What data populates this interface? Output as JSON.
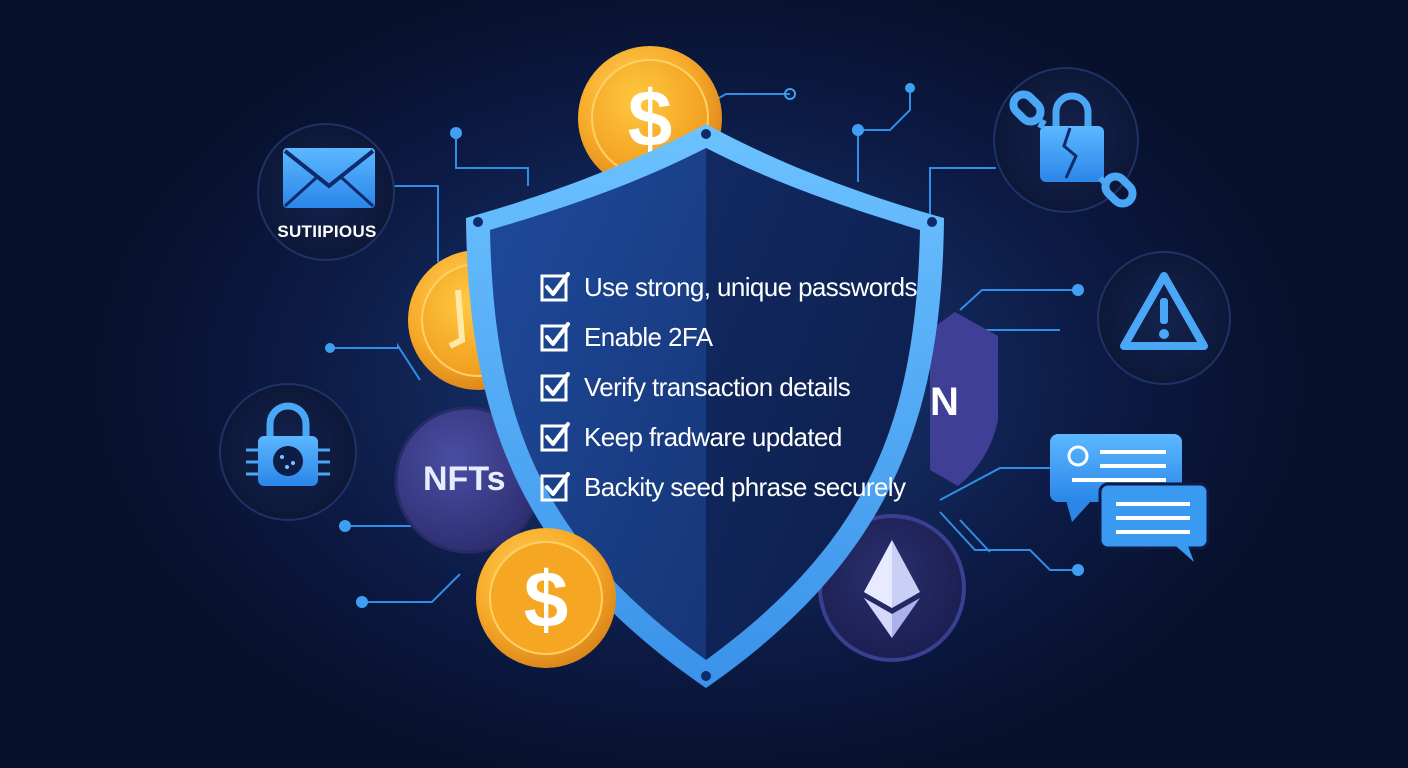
{
  "email_card": {
    "icon": "envelope-icon",
    "caption": "SUTIIPIOUS"
  },
  "nft_coin": {
    "label": "NFTs"
  },
  "coins": {
    "symbol": "$"
  },
  "right_badge": {
    "label": "N"
  },
  "checklist": {
    "items": [
      {
        "label": "Use strong, unique passwords",
        "checked": true
      },
      {
        "label": "Enable 2FA",
        "checked": true
      },
      {
        "label": "Verify transaction details",
        "checked": true
      },
      {
        "label": "Keep fradware updated",
        "checked": true
      },
      {
        "label": "Backity seed phrase securely",
        "checked": true
      }
    ]
  },
  "icons": [
    "envelope-icon",
    "chain-lock-icon",
    "warning-icon",
    "padlock-circuit-icon",
    "chat-bubbles-icon",
    "ethereum-icon",
    "dollar-coin-icon",
    "nft-coin",
    "shield-icon"
  ],
  "colors": {
    "background": "#0b1330",
    "accent_blue": "#3b9cf0",
    "shield_border": "#5db2f5",
    "coin_gold": "#f7a928",
    "nft_coin": "#3d3f8f"
  }
}
